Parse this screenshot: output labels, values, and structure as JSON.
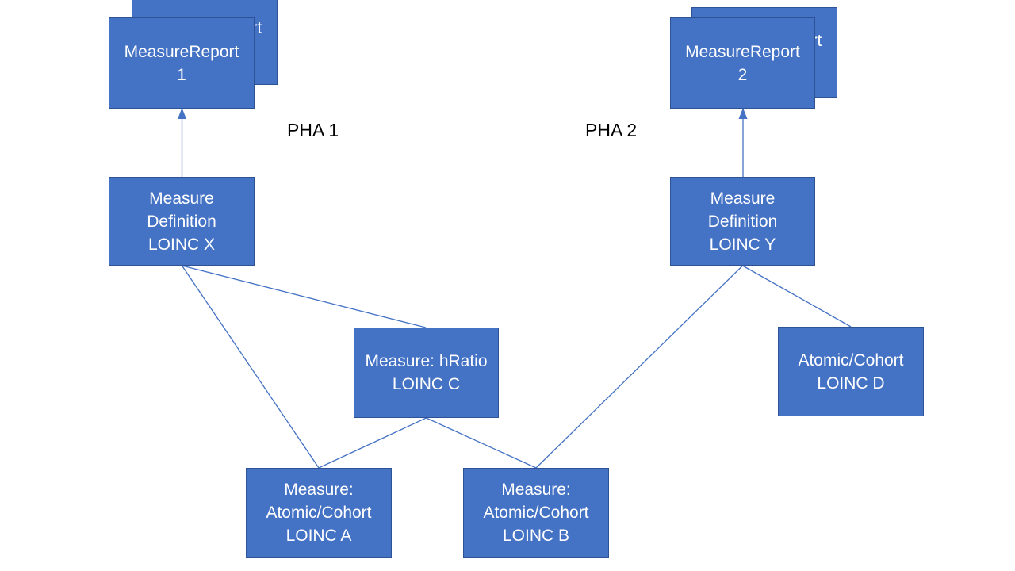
{
  "colors": {
    "box_fill": "#4472C4",
    "box_border": "#2E5395",
    "connector": "#4472C4",
    "box_text": "#FFFFFF",
    "label_text": "#000000",
    "background": "#FFFFFF"
  },
  "labels": {
    "pha1": "PHA 1",
    "pha2": "PHA 2"
  },
  "nodes": {
    "measure_report_1_back": {
      "lines": [
        "MeasureReport",
        "1"
      ]
    },
    "measure_report_1": {
      "lines": [
        "MeasureReport",
        "1"
      ]
    },
    "measure_report_2_back": {
      "lines": [
        "MeasureReport",
        "2"
      ]
    },
    "measure_report_2": {
      "lines": [
        "MeasureReport",
        "2"
      ]
    },
    "measure_definition_x": {
      "lines": [
        "Measure",
        "Definition",
        "LOINC X"
      ]
    },
    "measure_definition_y": {
      "lines": [
        "Measure",
        "Definition",
        "LOINC Y"
      ]
    },
    "measure_hratio_c": {
      "lines": [
        "Measure: hRatio",
        "LOINC C"
      ]
    },
    "atomic_cohort_d": {
      "lines": [
        "Atomic/Cohort",
        "LOINC D"
      ]
    },
    "measure_atomic_a": {
      "lines": [
        "Measure:",
        "Atomic/Cohort",
        "LOINC A"
      ]
    },
    "measure_atomic_b": {
      "lines": [
        "Measure:",
        "Atomic/Cohort",
        "LOINC B"
      ]
    }
  },
  "edges": [
    {
      "from": "measure_definition_x",
      "to": "measure_report_1",
      "type": "arrow"
    },
    {
      "from": "measure_definition_y",
      "to": "measure_report_2",
      "type": "arrow"
    },
    {
      "from": "measure_definition_x",
      "to": "measure_hratio_c",
      "type": "line"
    },
    {
      "from": "measure_definition_x",
      "to": "measure_atomic_a",
      "type": "line"
    },
    {
      "from": "measure_hratio_c",
      "to": "measure_atomic_a",
      "type": "line"
    },
    {
      "from": "measure_hratio_c",
      "to": "measure_atomic_b",
      "type": "line"
    },
    {
      "from": "measure_definition_y",
      "to": "measure_atomic_b",
      "type": "line"
    },
    {
      "from": "measure_definition_y",
      "to": "atomic_cohort_d",
      "type": "line"
    }
  ]
}
